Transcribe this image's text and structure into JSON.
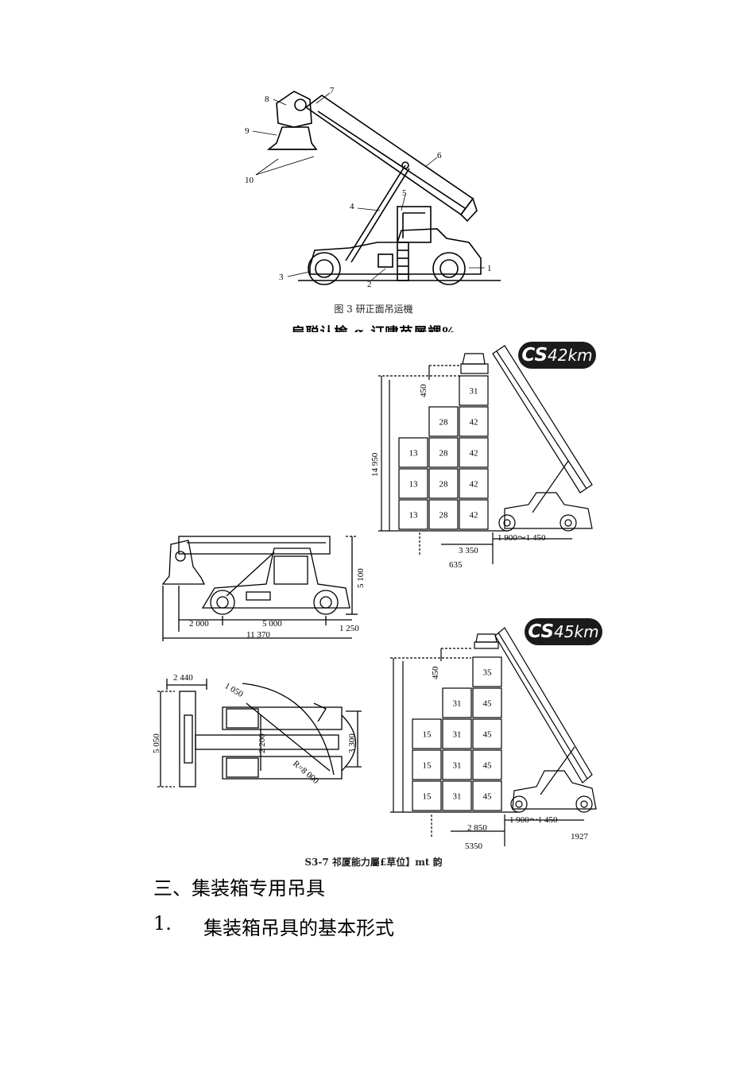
{
  "fig1": {
    "labels": [
      "1",
      "2",
      "3",
      "4",
      "5",
      "6",
      "7",
      "8",
      "9",
      "10"
    ],
    "caption": "图 3 研正面吊运機",
    "cut_text": "扁聪认榆 α 订啸苗屡課%"
  },
  "fig2": {
    "cs42": {
      "badge_prefix": "CS",
      "badge_suffix": "42km",
      "columns": [
        [
          "13",
          "13",
          "13"
        ],
        [
          "28",
          "28",
          "28",
          "28"
        ],
        [
          "42",
          "42",
          "42",
          "42",
          "31"
        ]
      ],
      "dim_450": "450",
      "dim_height": "14 950",
      "dim_3350": "3 350",
      "dim_range": "1 900～1 450",
      "dim_bottom": "635"
    },
    "side": {
      "dim_5100": "5 100",
      "dim_2000": "2 000",
      "dim_5000": "5 000",
      "dim_1250": "1 250",
      "dim_11370": "11 370"
    },
    "top": {
      "dim_2440": "2 440",
      "dim_1050": "1 050",
      "dim_5050": "5 050",
      "dim_3300": "3 300",
      "dim_2200": "2 200",
      "dim_r": "R=8 000"
    },
    "cs45": {
      "badge_prefix": "CS",
      "badge_suffix": "45km",
      "columns": [
        [
          "15",
          "15",
          "15"
        ],
        [
          "31",
          "31",
          "31",
          "31"
        ],
        [
          "45",
          "45",
          "45",
          "45",
          "35"
        ]
      ],
      "dim_450": "450",
      "dim_2850": "2 850",
      "dim_range": "1 900～1 450",
      "dim_1927": "1927",
      "dim_bottom": "5350"
    },
    "caption": "S3-7 祁厦能力屬£草位】mt 韵"
  },
  "headings": {
    "section": "三、集装箱专用吊具",
    "sub_number": "1.",
    "sub_title": "集装箱吊具的基本形式"
  }
}
